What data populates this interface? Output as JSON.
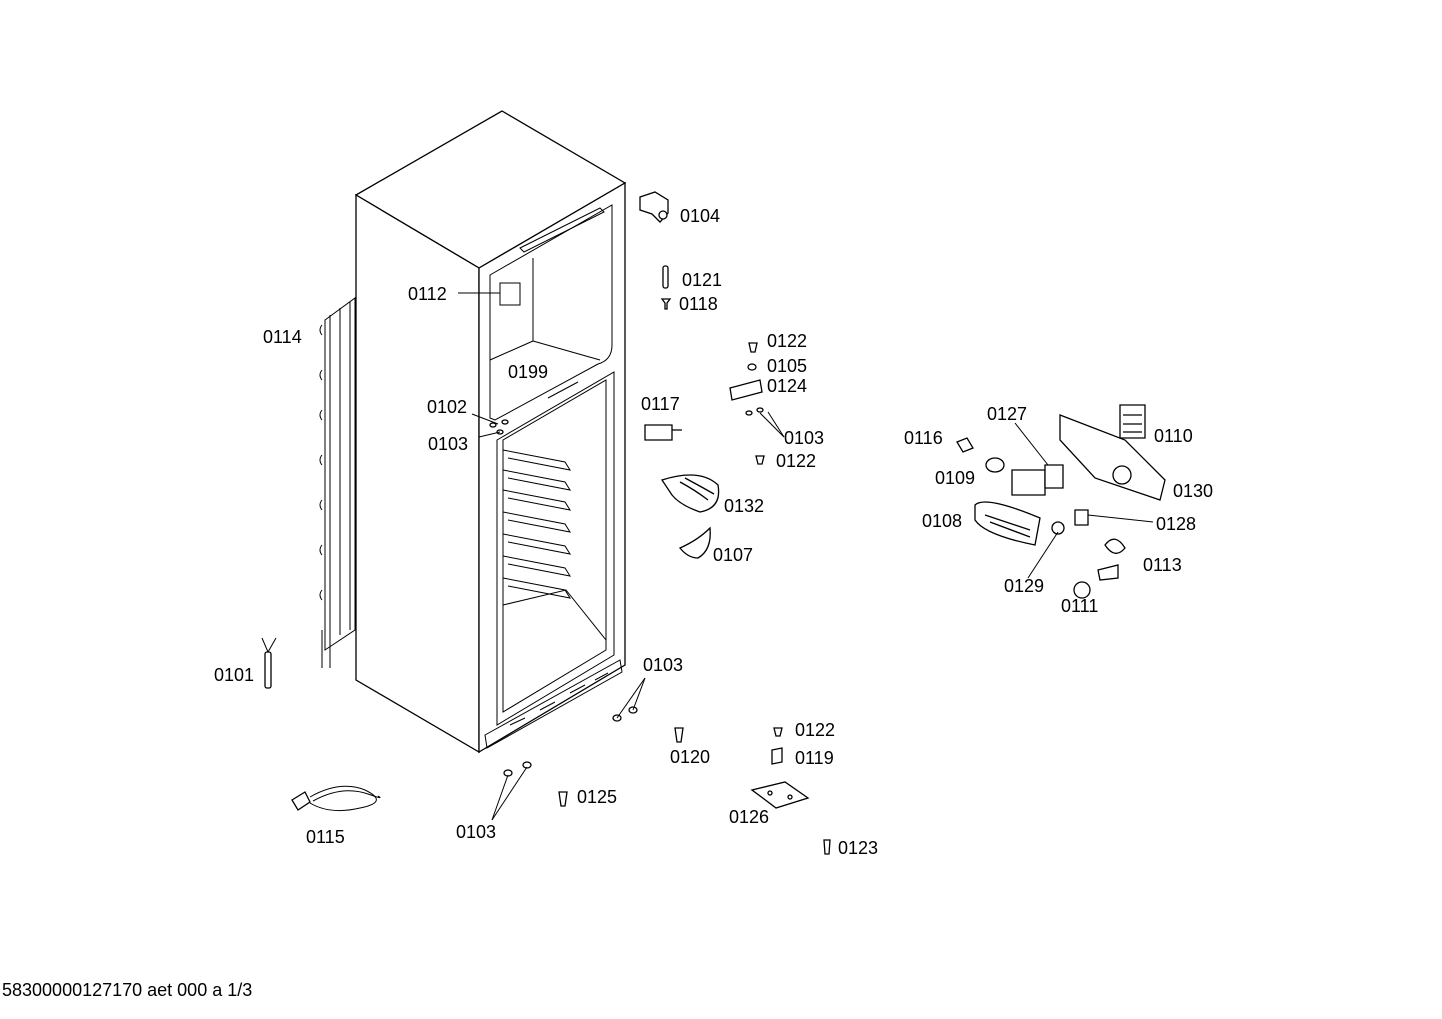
{
  "labels": {
    "l0104": "0104",
    "l0121": "0121",
    "l0118": "0118",
    "l0112": "0112",
    "l0114": "0114",
    "l0199": "0199",
    "l0122a": "0122",
    "l0105": "0105",
    "l0124": "0124",
    "l0103a": "0103",
    "l0122b": "0122",
    "l0102": "0102",
    "l0103b": "0103",
    "l0117": "0117",
    "l0132": "0132",
    "l0107": "0107",
    "l0127": "0127",
    "l0110": "0110",
    "l0116": "0116",
    "l0109": "0109",
    "l0130": "0130",
    "l0108": "0108",
    "l0128": "0128",
    "l0113": "0113",
    "l0129": "0129",
    "l0111": "0111",
    "l0101": "0101",
    "l0103c": "0103",
    "l0122c": "0122",
    "l0120": "0120",
    "l0119": "0119",
    "l0125": "0125",
    "l0126": "0126",
    "l0115": "0115",
    "l0103d": "0103",
    "l0123": "0123"
  },
  "footer": "58300000127170 aet 000 a 1/3"
}
